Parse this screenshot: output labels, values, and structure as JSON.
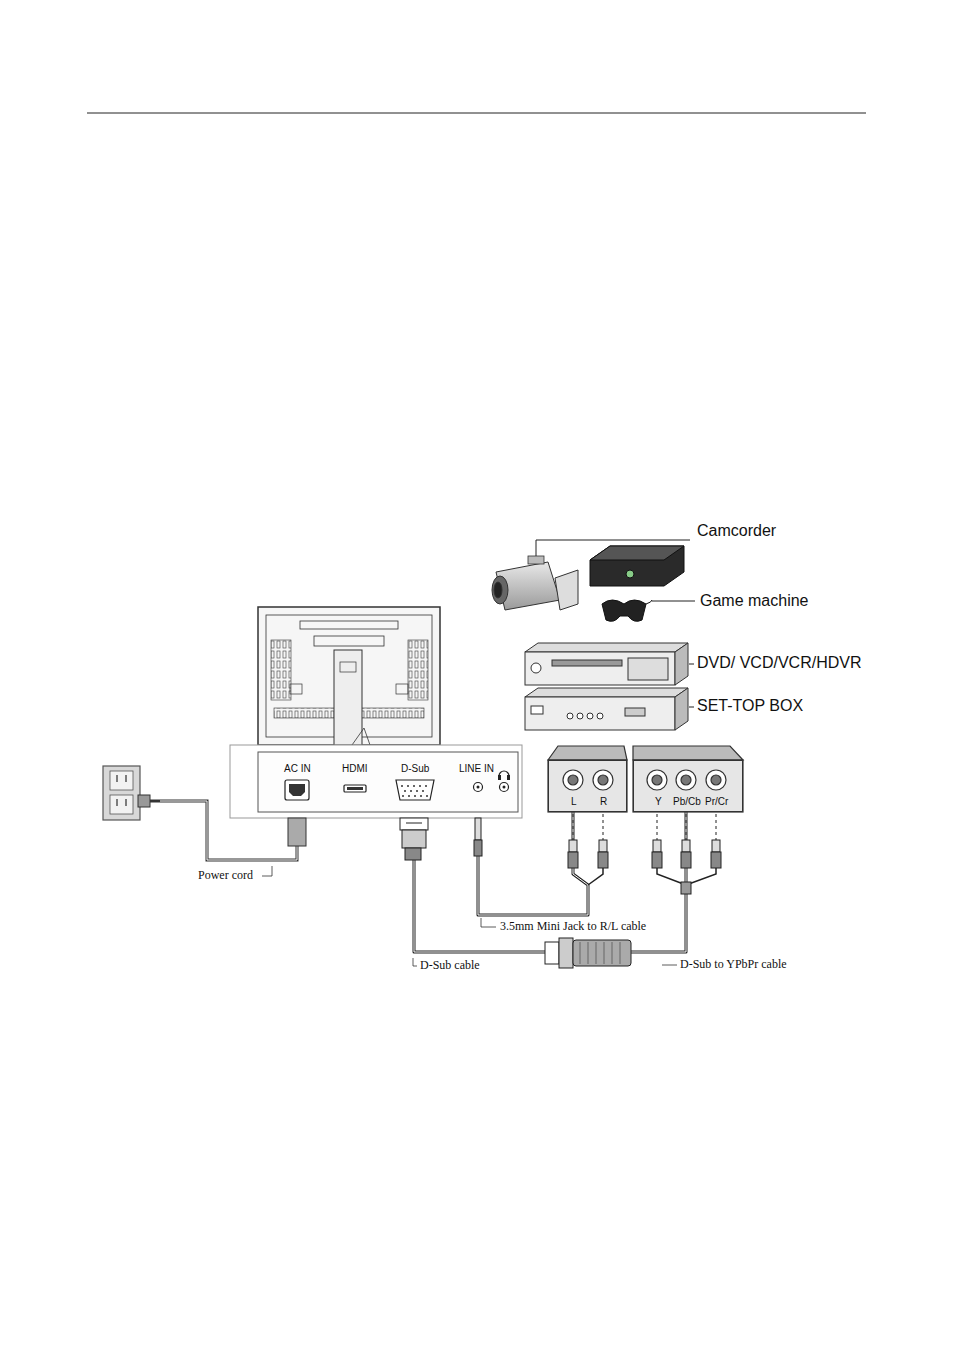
{
  "diagram": {
    "nodes": [
      {
        "text": [
          "AC IN",
          "HDMI",
          "D-Sub",
          "LINE IN"
        ]
      },
      {
        "text": [
          "L",
          "R"
        ]
      },
      {
        "text": [
          "Y",
          "Pb/Cb",
          "Pr/Cr"
        ]
      }
    ],
    "edges": [
      {
        "from": 0,
        "to": 1,
        "arrow": "none"
      },
      {
        "from": 0,
        "to": 2,
        "arrow": "none"
      }
    ],
    "labels": [
      "Camcorder",
      "Game machine",
      "DVD/ VCD/VCR/HDVR",
      "SET-TOP BOX",
      "Power cord",
      "3.5mm Mini Jack to R/L cable",
      "D-Sub cable",
      "D-Sub to YPbPr cable"
    ]
  }
}
